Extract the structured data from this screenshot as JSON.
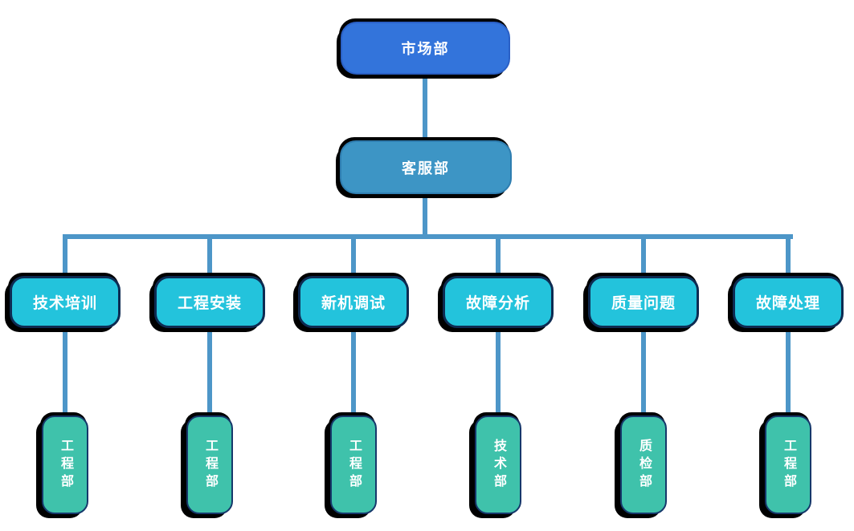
{
  "chart": {
    "type": "org-chart",
    "connector_color": "#4D96C8",
    "shadow_color": "#000000",
    "levels": {
      "level1": {
        "label": "市场部",
        "fill": "#3374DB"
      },
      "level2": {
        "label": "客服部",
        "fill": "#3D95C5"
      },
      "level3": [
        {
          "label": "技术培训",
          "fill": "#23C3DC"
        },
        {
          "label": "工程安装",
          "fill": "#23C3DC"
        },
        {
          "label": "新机调试",
          "fill": "#23C3DC"
        },
        {
          "label": "故障分析",
          "fill": "#23C3DC"
        },
        {
          "label": "质量问题",
          "fill": "#23C3DC"
        },
        {
          "label": "故障处理",
          "fill": "#23C3DC"
        }
      ],
      "level4": [
        {
          "label": "工程部",
          "fill": "#3FC2AB"
        },
        {
          "label": "工程部",
          "fill": "#3FC2AB"
        },
        {
          "label": "工程部",
          "fill": "#3FC2AB"
        },
        {
          "label": "技术部",
          "fill": "#3FC2AB"
        },
        {
          "label": "质检部",
          "fill": "#3FC2AB"
        },
        {
          "label": "工程部",
          "fill": "#3FC2AB"
        }
      ]
    },
    "edges": [
      {
        "from": "市场部",
        "to": "客服部"
      },
      {
        "from": "客服部",
        "to": "技术培训"
      },
      {
        "from": "客服部",
        "to": "工程安装"
      },
      {
        "from": "客服部",
        "to": "新机调试"
      },
      {
        "from": "客服部",
        "to": "故障分析"
      },
      {
        "from": "客服部",
        "to": "质量问题"
      },
      {
        "from": "客服部",
        "to": "故障处理"
      },
      {
        "from": "技术培训",
        "to": "工程部"
      },
      {
        "from": "工程安装",
        "to": "工程部"
      },
      {
        "from": "新机调试",
        "to": "工程部"
      },
      {
        "from": "故障分析",
        "to": "技术部"
      },
      {
        "from": "质量问题",
        "to": "质检部"
      },
      {
        "from": "故障处理",
        "to": "工程部"
      }
    ]
  }
}
